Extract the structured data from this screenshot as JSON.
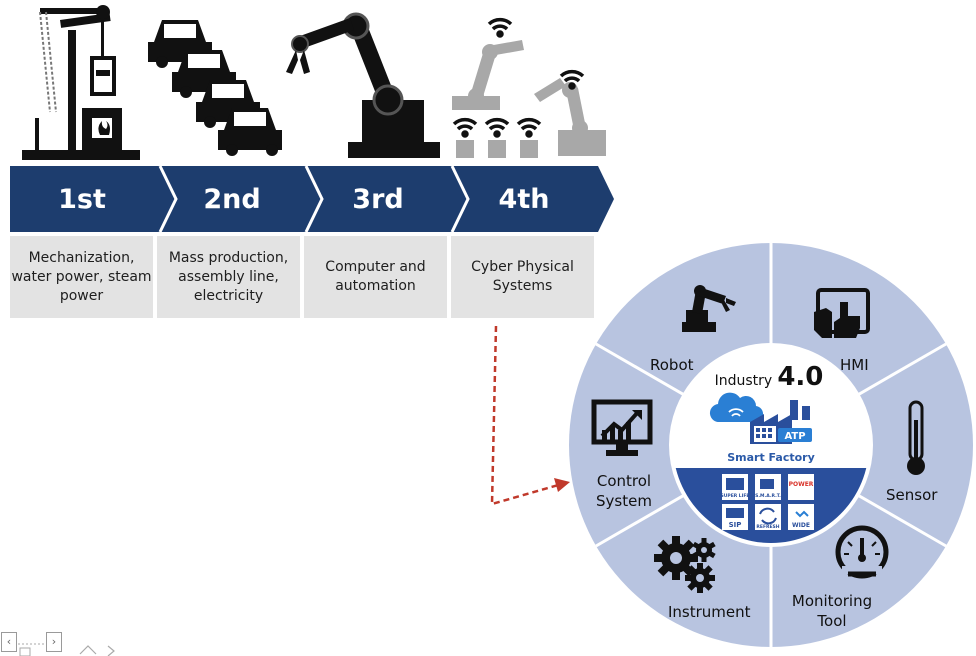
{
  "timeline": {
    "eras": [
      {
        "label": "1st",
        "description": [
          "Mechanization,",
          "water power, steam",
          "power"
        ]
      },
      {
        "label": "2nd",
        "description": [
          "Mass production,",
          "assembly line,",
          "electricity"
        ]
      },
      {
        "label": "3rd",
        "description": [
          "Computer and",
          "automation"
        ]
      },
      {
        "label": "4th",
        "description": [
          "Cyber Physical",
          "Systems"
        ]
      }
    ],
    "banner_color": "#1d3d6e",
    "description_bg": "#e3e3e3"
  },
  "wheel": {
    "center": {
      "title_prefix": "Industry",
      "title_version": "4.0",
      "subtitle": "Smart Factory",
      "factory_badge": "ATP",
      "badges": [
        "SUPER LIFE",
        "S.M.A.R.T.",
        "POWER",
        "SIP",
        "REFRESH",
        "WIDE"
      ]
    },
    "segments": [
      {
        "label": "Robot",
        "icon": "robot-arm-icon"
      },
      {
        "label": "HMI",
        "icon": "touch-tablet-icon"
      },
      {
        "label": "Sensor",
        "icon": "thermometer-icon"
      },
      {
        "label": "Monitoring",
        "label2": "Tool",
        "icon": "gauge-icon"
      },
      {
        "label": "Instrument",
        "icon": "gears-icon"
      },
      {
        "label": "Control",
        "label2": "System",
        "icon": "monitor-chart-icon"
      }
    ],
    "ring_color": "#b8c4e0",
    "center_blue": "#2a4f9c"
  },
  "connector": {
    "color": "#c0392b",
    "style": "dashed-arrow"
  },
  "nav": {
    "prev": "‹",
    "next": "›"
  }
}
